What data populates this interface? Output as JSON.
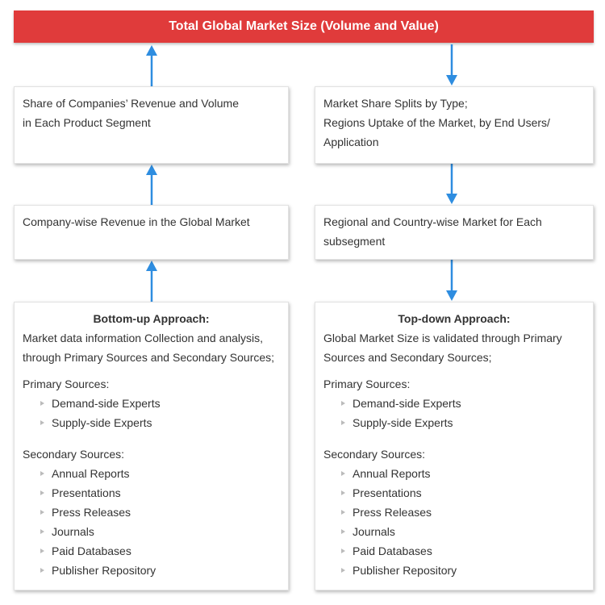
{
  "banner": {
    "title": "Total Global Market Size (Volume and Value)"
  },
  "colors": {
    "banner": "#e03b3b",
    "arrow": "#2e8de0",
    "bullet": "#bbbbbb"
  },
  "left": {
    "box1": {
      "lines": [
        "Share of Companies’ Revenue and Volume",
        "in Each Product Segment"
      ]
    },
    "box2": {
      "lines": [
        "Company-wise Revenue in the Global Market"
      ]
    },
    "approach": {
      "heading": "Bottom-up Approach:",
      "lines": [
        "Market data information Collection and analysis,",
        "through Primary Sources and Secondary Sources;"
      ],
      "primary_label": "Primary Sources:",
      "primary_items": [
        "Demand-side Experts",
        "Supply-side Experts"
      ],
      "secondary_label": "Secondary Sources:",
      "secondary_items": [
        "Annual Reports",
        "Presentations",
        "Press Releases",
        "Journals",
        "Paid Databases",
        "Publisher Repository"
      ]
    }
  },
  "right": {
    "box1": {
      "lines": [
        "Market Share Splits by Type;",
        "Regions Uptake of the Market, by End Users/",
        "Application"
      ]
    },
    "box2": {
      "lines": [
        "Regional and Country-wise Market for Each",
        "subsegment"
      ]
    },
    "approach": {
      "heading": "Top-down Approach:",
      "lines": [
        "Global Market Size is validated through Primary",
        "Sources and Secondary Sources;"
      ],
      "primary_label": "Primary Sources:",
      "primary_items": [
        "Demand-side Experts",
        "Supply-side Experts"
      ],
      "secondary_label": "Secondary Sources:",
      "secondary_items": [
        "Annual Reports",
        "Presentations",
        "Press Releases",
        "Journals",
        "Paid Databases",
        "Publisher Repository"
      ]
    }
  }
}
